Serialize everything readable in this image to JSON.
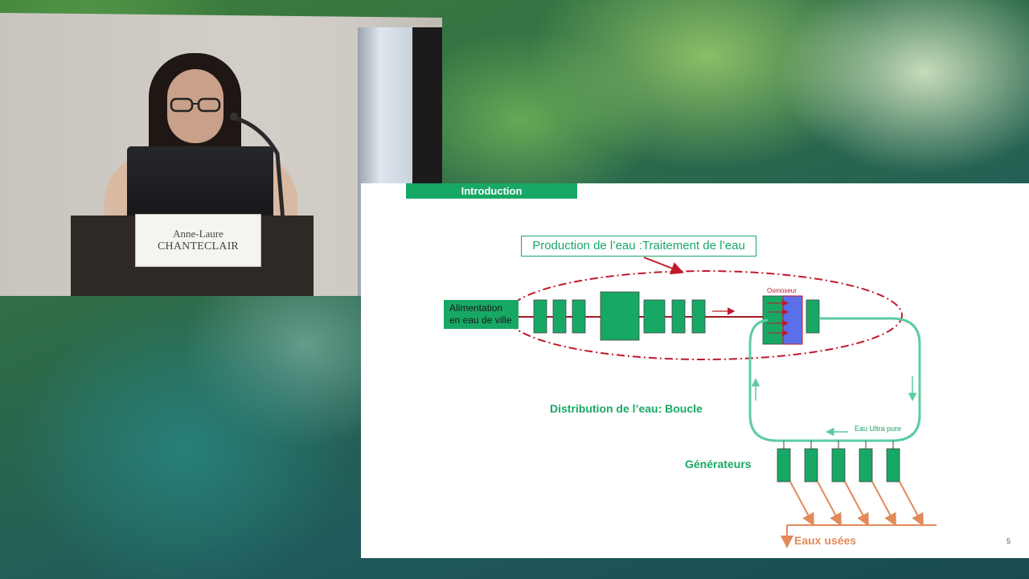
{
  "speaker": {
    "nameplate_line1": "Anne-Laure",
    "nameplate_line2": "CHANTECLAIR"
  },
  "slide": {
    "section_tab": "Introduction",
    "production_title": "Production de l’eau :Traitement de l’eau",
    "alimentation_line1": "Alimentation",
    "alimentation_line2": "en eau de ville",
    "osmoseur_label": "Osmoseur",
    "distribution_label": "Distribution de l’eau: Boucle",
    "ultra_pure_label": "Eau Ultra  pure",
    "generateurs_label": "Générateurs",
    "eaux_usees_label": "Eaux usées",
    "page_number": "5"
  },
  "colors": {
    "green": "#18a866",
    "loop_green": "#5ccca0",
    "red": "#c0182b",
    "osmosis_blue": "#5b6fe8",
    "waste_orange": "#e38a5a"
  }
}
